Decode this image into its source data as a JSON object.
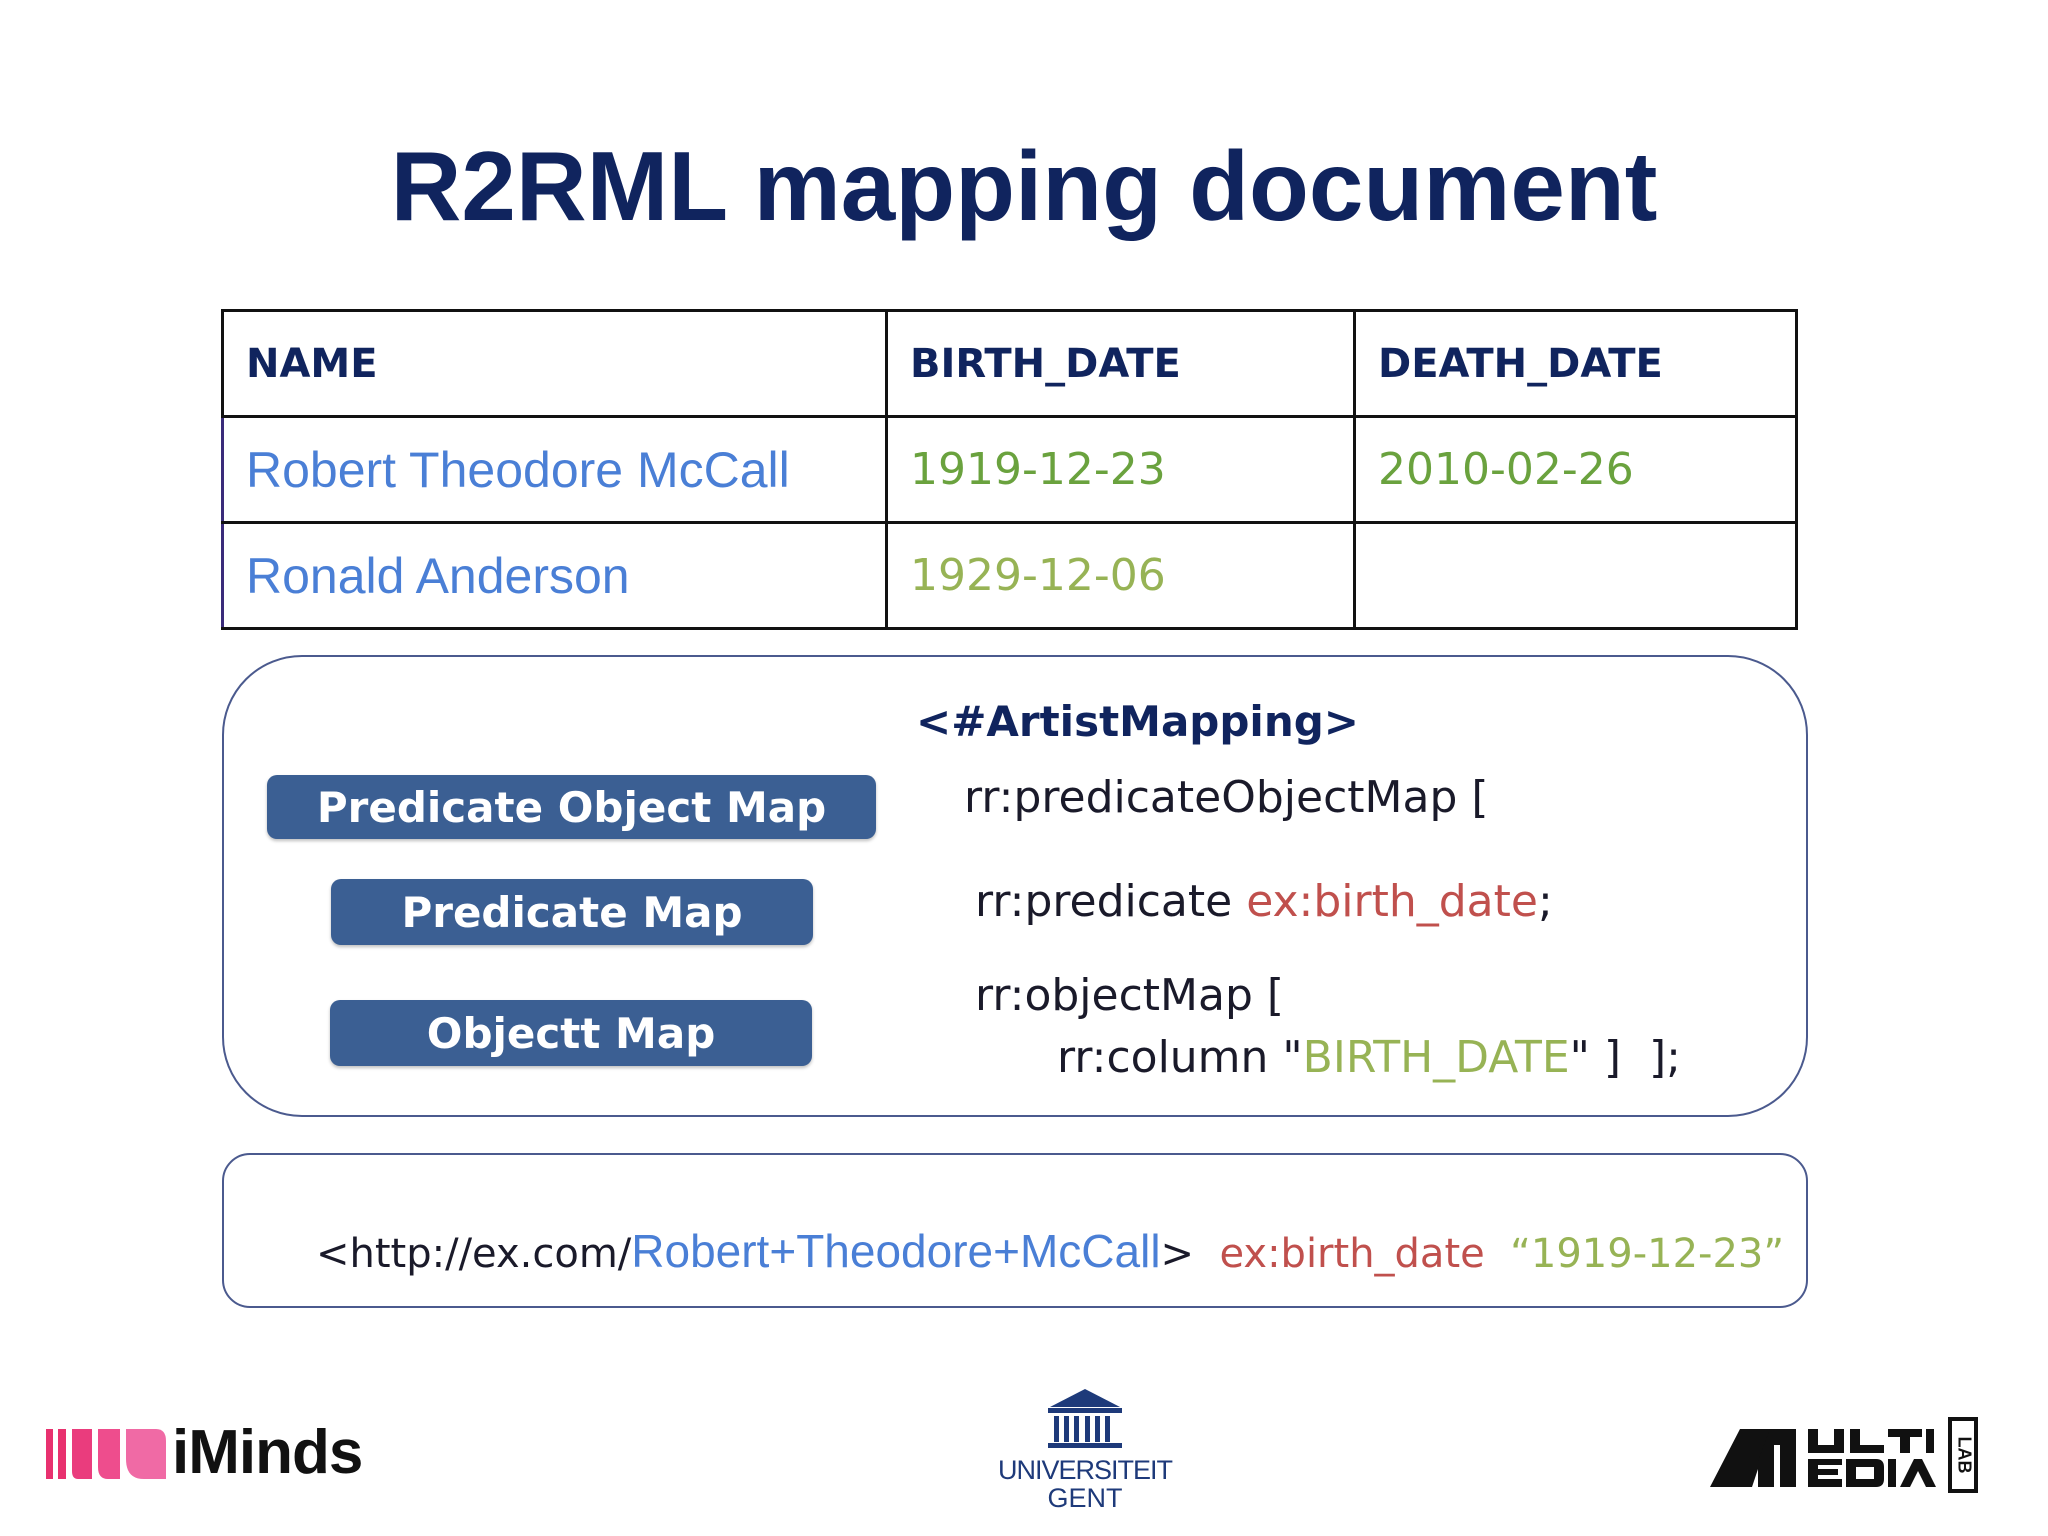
{
  "slide": {
    "title": "R2RML mapping document"
  },
  "table": {
    "headers": [
      "NAME",
      "BIRTH_DATE",
      "DEATH_DATE"
    ],
    "rows": [
      {
        "name": "Robert Theodore McCall",
        "birth_date": "1919-12-23",
        "death_date": "2010-02-26"
      },
      {
        "name": "Ronald Anderson",
        "birth_date": "1929-12-06",
        "death_date": ""
      }
    ]
  },
  "mapping": {
    "name": "<#ArtistMapping>",
    "labels": {
      "predicate_object_map": "Predicate Object Map",
      "predicate_map": "Predicate Map",
      "object_map": "Objectt Map"
    },
    "code": {
      "line1": "rr:predicateObjectMap [",
      "line2_prefix": "rr:predicate ",
      "line2_value": "ex:birth_date",
      "line2_suffix": ";",
      "line3": "rr:objectMap [",
      "line4_prefix": "rr:column \"",
      "line4_value": "BIRTH_DATE",
      "line4_suffix": "\" ]  ];"
    }
  },
  "result": {
    "subject_prefix": "<http://ex.com/",
    "subject_name": "Robert+Theodore+McCall",
    "subject_suffix": ">",
    "predicate": "ex:birth_date",
    "object": "“1919-12-23”"
  },
  "logos": {
    "iminds": "iMinds",
    "ugent_line1": "UNIVERSITEIT",
    "ugent_line2": "GENT",
    "multimedia_label": "LAB"
  },
  "colors": {
    "title": "#10245e",
    "name_blue": "#4a7fd6",
    "date_green": "#6aa23e",
    "literal_green": "#97b355",
    "predicate_red": "#c0504d",
    "pill_blue": "#3b5f93"
  }
}
